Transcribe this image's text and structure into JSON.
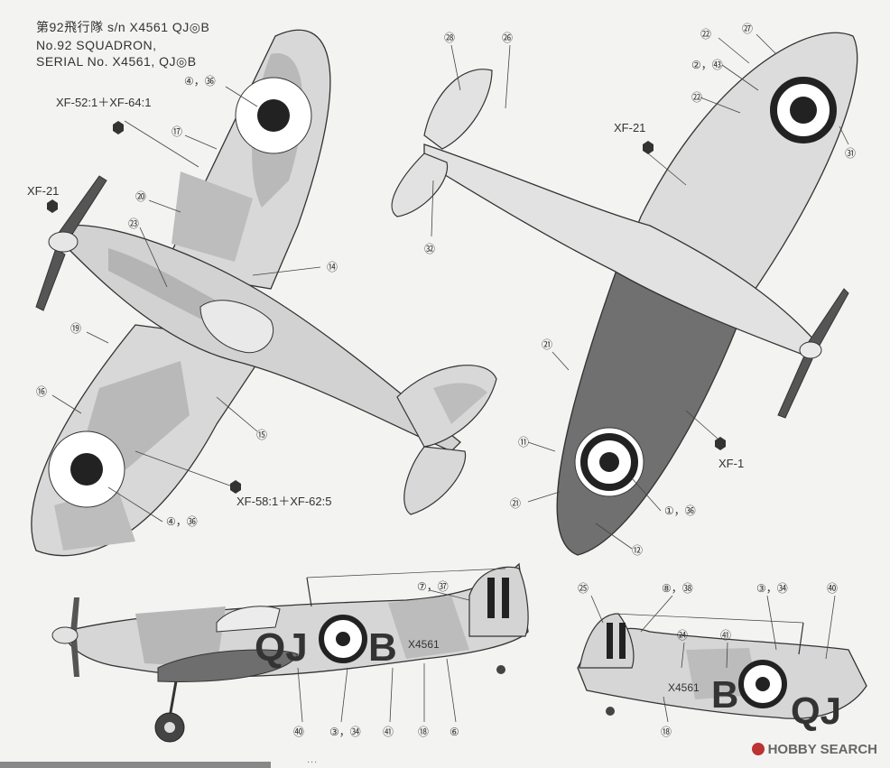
{
  "header": {
    "line1_jp": "第92飛行隊 s/n X4561 QJ◎B",
    "line2": "No.92 SQUADRON,",
    "line3": "SERIAL No. X4561, QJ◎B"
  },
  "colors": {
    "paint_light": "#dcdcdc",
    "paint_mid": "#bdbdbd",
    "paint_dark": "#6e6e6e",
    "line": "#333333",
    "roundel_dark": "#222222",
    "roundel_white": "#ffffff"
  },
  "paint_codes": {
    "top_upper_left": "XF-52:1＋XF-64:1",
    "top_spinner": "XF-21",
    "top_lower": "XF-58:1＋XF-62:5",
    "bottom_spinner": "XF-21",
    "bottom_right": "XF-1"
  },
  "top_view_callouts": {
    "c1": "④，㊱",
    "c2": "⑰",
    "c3": "⑳",
    "c4": "㉓",
    "c5": "⑭",
    "c6": "⑲",
    "c7": "⑯",
    "c8": "⑮",
    "c9": "④，㊱"
  },
  "bottom_view_callouts": {
    "c1": "㉘",
    "c2": "㉖",
    "c3": "㉒",
    "c4": "㉗",
    "c5": "②，㊸",
    "c6": "㉒",
    "c7": "㉛",
    "c8": "㉜",
    "c9": "㉑",
    "c10": "⑪",
    "c11": "㉑",
    "c12": "①，㊱",
    "c13": "⑫"
  },
  "left_side_callouts": {
    "c1": "⑦，㊲",
    "c2": "㊵",
    "c3": "③，㉞",
    "c4": "㊶",
    "c5": "⑱",
    "c6": "⑥"
  },
  "right_side_callouts": {
    "c1": "㉕",
    "c2": "⑧，㊳",
    "c3": "③，㉞",
    "c4": "㊵",
    "c5": "㉔",
    "c6": "㊶",
    "c7": "⑱"
  },
  "markings": {
    "left_code_1": "QJ",
    "left_code_2": "B",
    "left_serial": "X4561",
    "right_code_1": "B",
    "right_code_2": "QJ",
    "right_serial": "X4561"
  },
  "footer": {
    "text": "...",
    "watermark": "HOBBY SEARCH"
  }
}
